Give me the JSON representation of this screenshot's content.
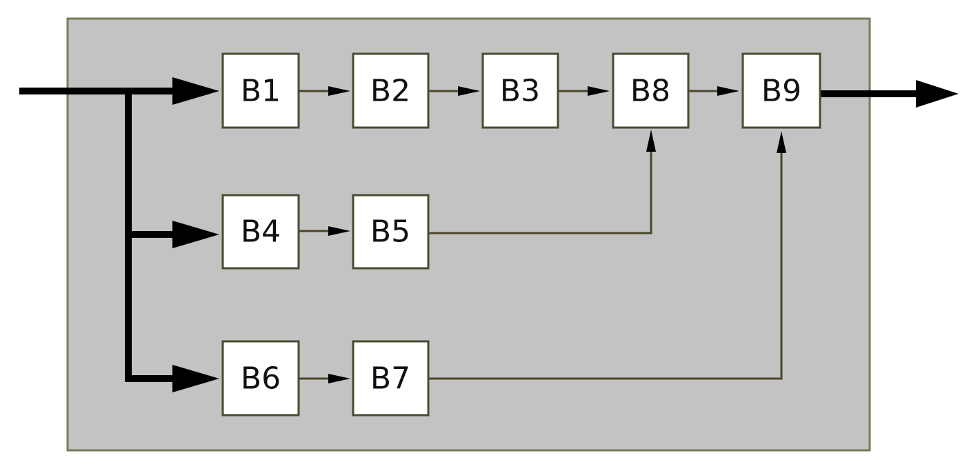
{
  "diagram": {
    "blocks": {
      "b1": "B1",
      "b2": "B2",
      "b3": "B3",
      "b4": "B4",
      "b5": "B5",
      "b6": "B6",
      "b7": "B7",
      "b8": "B8",
      "b9": "B9"
    }
  }
}
